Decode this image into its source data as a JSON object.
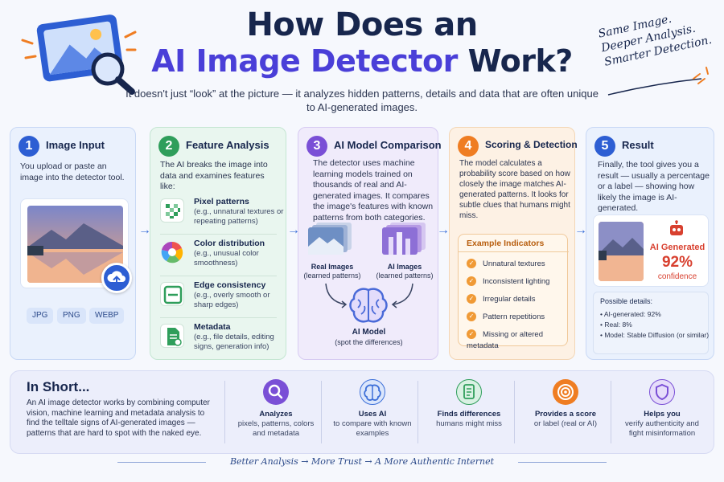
{
  "header": {
    "title_line1": "How Does an",
    "title_line2_ai": "AI Image Detector",
    "title_line2_rest": " Work?",
    "subtitle": "It doesn't just “look” at the picture — it analyzes hidden patterns, details and data that are often unique to AI-generated images.",
    "tagline": [
      "Same Image.",
      "Deeper Analysis.",
      "Smarter Detection."
    ],
    "hero_icon": "image-magnifier-icon"
  },
  "steps": [
    {
      "number": "1",
      "title": "Image Input",
      "body": "You upload or paste an image into the detector tool.",
      "formats": [
        "JPG",
        "PNG",
        "WEBP"
      ],
      "upload_icon": "cloud-upload-icon"
    },
    {
      "number": "2",
      "title": "Feature Analysis",
      "body": "The AI breaks the image into data and examines features like:",
      "features": [
        {
          "title": "Pixel patterns",
          "desc": "(e.g., unnatural textures or repeating patterns)",
          "icon": "pixel-grid-icon"
        },
        {
          "title": "Color distribution",
          "desc": "(e.g., unusual color smoothness)",
          "icon": "color-wheel-icon"
        },
        {
          "title": "Edge consistency",
          "desc": "(e.g., overly smooth or sharp edges)",
          "icon": "edge-frame-icon"
        },
        {
          "title": "Metadata",
          "desc": "(e.g., file details, editing signs, generation info)",
          "icon": "file-metadata-icon"
        }
      ]
    },
    {
      "number": "3",
      "title": "AI Model Comparison",
      "body": "The detector uses machine learning models trained on thousands of real and AI-generated images. It compares the image's features with known patterns from both categories.",
      "real_label": "Real Images",
      "real_sub": "(learned patterns)",
      "ai_label": "AI Images",
      "ai_sub": "(learned patterns)",
      "model_label": "AI Model",
      "model_sub": "(spot the differences)"
    },
    {
      "number": "4",
      "title": "Scoring & Detection",
      "body": "The model calculates a probability score based on how closely the image matches AI-generated patterns. It looks for subtle clues that humans might miss.",
      "indicators_title": "Example Indicators",
      "indicators": [
        "Unnatural textures",
        "Inconsistent lighting",
        "Irregular details",
        "Pattern repetitions",
        "Missing or altered metadata"
      ]
    },
    {
      "number": "5",
      "title": "Result",
      "body": "Finally, the tool gives you a result — usually a percentage or a label — showing how likely the image is AI-generated.",
      "result_label": "AI Generated",
      "result_pct": "92%",
      "result_conf": "confidence",
      "details_title": "Possible details:",
      "details": [
        "• AI-generated: 92%",
        "• Real: 8%",
        "• Model: Stable Diffusion (or similar)"
      ]
    }
  ],
  "summary": {
    "title": "In Short...",
    "body": "An AI image detector works by combining computer vision, machine learning and metadata analysis to find the telltale signs of AI-generated images — patterns that are hard to spot with the naked eye.",
    "benefits": [
      {
        "title": "Analyzes",
        "desc": "pixels, patterns, colors and metadata",
        "icon": "magnifier-icon",
        "color": "#7a4fd6"
      },
      {
        "title": "Uses AI",
        "desc": "to compare with known examples",
        "icon": "brain-icon",
        "color": "#3c6fd8"
      },
      {
        "title": "Finds differences",
        "desc": "humans might miss",
        "icon": "document-check-icon",
        "color": "#2f9e5b"
      },
      {
        "title": "Provides a score",
        "desc": "or label (real or AI)",
        "icon": "target-icon",
        "color": "#ef7d22"
      },
      {
        "title": "Helps you",
        "desc": "verify authenticity and fight misinformation",
        "icon": "shield-icon",
        "color": "#7a4fd6"
      }
    ]
  },
  "footer": "Better Analysis → More Trust → A More Authentic Internet",
  "colors": {
    "step1": "#2d5ed3",
    "step2": "#2f9e5b",
    "step3": "#7a4fd6",
    "step4": "#ef7d22",
    "step5": "#2d5ed3",
    "ai_red": "#d8402f"
  }
}
